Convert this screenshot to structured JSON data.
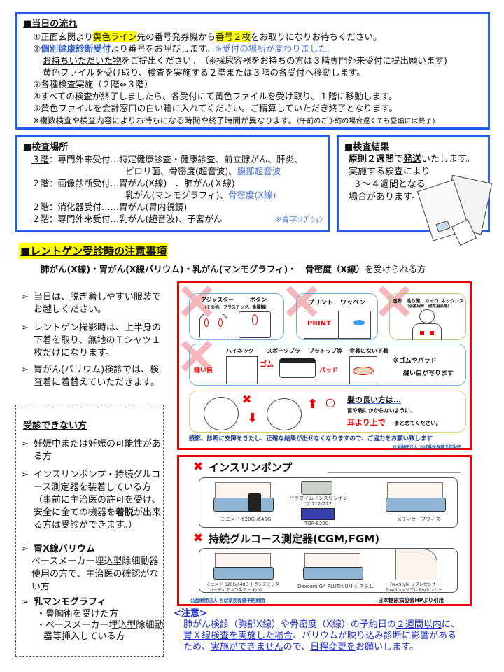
{
  "flow": {
    "title": "■当日の流れ",
    "l1": [
      "①正面玄関より",
      "黄色ライン",
      "先の",
      "番号発券機",
      "から",
      "番号２枚",
      "をお取りになりお待ちください。"
    ],
    "l2": [
      "②",
      "個別健康診断受付",
      "より番号をお呼びします。",
      "※受付の場所が変わりました。"
    ],
    "l3": [
      "お持ちいただいた物",
      "をご提出ください。　（※採尿容器をお持ちの方は３階専門外来受付に提出願います)"
    ],
    "l4": "黄色ファイルを受け取り、検査を実施する２階または３階の各受付へ移動します。",
    "l5": "③各種検査実施（２階⇔３階）",
    "l6": "④すべての検査が終了しましたら、各受付にて黄色ファイルを受け取り、１階に移動します。",
    "l7": "⑤黄色ファイルを会計窓口の白い箱に入れてください。ご精算していただき終了となります。",
    "l8": [
      "※複数検査や検査内容によりお待ちになる時間や終了時間が異なります。",
      "（午前のご予約の場合遅くても昼頃には終了)"
    ]
  },
  "places": {
    "title": "■検査場所",
    "r1": [
      "３階",
      "：専門外来受付…特定健康診査・健康診査、前立腺がん、肝炎、"
    ],
    "r1b": [
      "ピロリ菌、骨密度(超音波)、",
      "腹部超音波"
    ],
    "r2": "２階：画像診断受付…胃がん(X線)　、肺がん(Ｘ線)",
    "r2b": [
      "乳がん(マンモグラフィ)、",
      "骨密度(X線)"
    ],
    "r3": "２階：消化器受付……胃がん(胃内視鏡)",
    "r4": [
      "２階",
      "：専門外来受付…乳がん(超音波)、子宮がん"
    ],
    "legend": "※青字:ｵﾌﾟｼｮﾝ"
  },
  "results": {
    "title": "■検査結果",
    "l1": [
      "原則２週間",
      "で",
      "発送",
      "いたします。"
    ],
    "l2": "実施する検査により",
    "l3": "３～４週間となる",
    "l4": "場合があります。"
  },
  "xray": {
    "title": "■レントゲン受診時の注意事項",
    "subtitle": "肺がん(X線)・胃がん(X線バリウム)・乳がん(マンモグラフィ)・　骨密度（X線）",
    "subtitle_tail": "を受けられる方",
    "bullet_mark": "➢",
    "tips": [
      "当日は、脱ぎ着しやすい服装でお越しください。",
      "レントゲン撮影時は、上半身の下着を取り、無地のＴシャツ１枚だけになります。",
      "胃がん(バリウム)検診では、検査着に着替えていただきます。"
    ],
    "ng_title": "受診できない方",
    "ng1": "妊娠中または妊娠の可能性がある方",
    "ng2": [
      "インスリンポンプ・持続グルコース測定器を装着している方（事前に主治医の許可を受け、安全に全ての機器を",
      "着脱",
      "が出来る方は受診ができます。）"
    ],
    "ng3_title": "胃X線バリウム",
    "ng3": "ペースメーカー埋込型除細動器使用の方で、主治医の確認がない方",
    "ng4_title": "乳マンモグラフィ",
    "ng4": [
      "・豊胸術を受けた方",
      "・ペースメーカー埋込型除細動器等挿入している方"
    ]
  },
  "fig1": {
    "p1": [
      "アジャスター",
      "ボタン",
      "（その他、プラスチック、金属類）"
    ],
    "p2": [
      "プリント",
      "ワッペン",
      "PRINT"
    ],
    "p3": [
      "湿布",
      "貼り薬",
      "カイロ",
      "ネックレス",
      "（治療用針　磁気用品等）"
    ],
    "p4": [
      "ハイネック",
      "スポーツブラ",
      "ブラトップ等",
      "金具のない下着",
      "縫い目",
      "ゴム",
      "パッド",
      "※ゴムやパッド",
      "縫い目が写ります"
    ],
    "p5": [
      "髪の長い方は…",
      "首や肩にかからないように、",
      "耳より上で",
      "まとめてください。"
    ],
    "footer": "読影、診断に支障をきたし、正確な結果が出せなくなりますので、ご協力をお願い致します",
    "org": "公益財団法人 ちば県民保健予防財団"
  },
  "fig2": {
    "t1": "インスリンポンプ",
    "c1": [
      "ミニメド 620G /640G",
      "パラダイムインスリンポンプ 712/722",
      "TOP-8200",
      "メディセーフウィズ"
    ],
    "t2": "持続グルコース測定器(CGM,FGM)",
    "c2": [
      "ミニメド 620G/640G トランスミッタ",
      "ガーディアンコネクト iPro2",
      "Dexcom G4 PLUTINUM システム",
      "FreeStyle リブレセンサー",
      "FreeStyleリブレ Proセンサー"
    ],
    "org": "公益財団法人 ちば県民保健予防財団",
    "source": "日本糖尿病協会HPより引用"
  },
  "note": {
    "title": "<注意>",
    "l1": [
      "肺がん検診（胸部X線）や骨密度（X線）の予約日の",
      "２週間以内",
      "に、"
    ],
    "l2": [
      "胃Ｘ線検査を実施した場合",
      "、バリウムが映り込み診断に影響がある"
    ],
    "l3": [
      "ため、",
      "実施ができません",
      "ので、",
      "日程変更を",
      "お願いします。"
    ]
  }
}
